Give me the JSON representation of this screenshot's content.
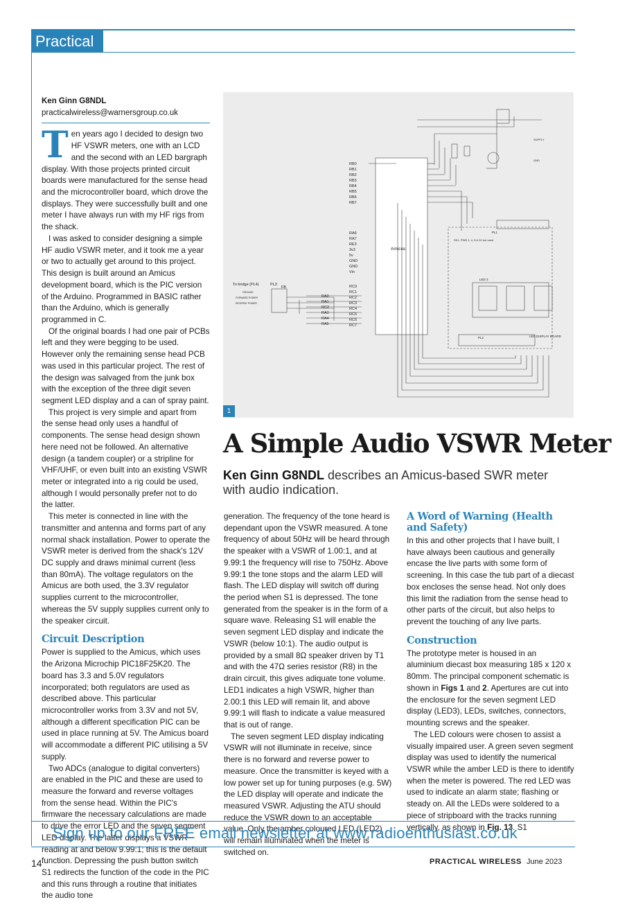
{
  "section": "Practical",
  "author_line": "Ken Ginn G8NDL",
  "email": "practicalwireless@warnersgroup.co.uk",
  "title": "A Simple Audio VSWR Meter",
  "standfirst": {
    "author": "Ken Ginn G8NDL",
    "text": " describes an Amicus-based SWR meter with audio indication."
  },
  "figure_label": "1",
  "figure_labels": {
    "amicus": "Amicus",
    "pins_top": [
      "RB0",
      "RB1",
      "RB2",
      "RB3",
      "RB4",
      "RB5",
      "RB6",
      "RB7"
    ],
    "pins_mid": [
      "RA6",
      "RA7",
      "RE3",
      "3v3",
      "5v",
      "GND",
      "GND",
      "Vin"
    ],
    "pins_c": [
      "RC0",
      "RC1",
      "RC2",
      "RC3",
      "RC4",
      "RC5",
      "RC6",
      "RC7"
    ],
    "pins_a": [
      "RA0",
      "RA1",
      "RC2",
      "RA3",
      "RA4",
      "RA5"
    ],
    "bridge": "To bridge (PL4)",
    "pl3": "PL3",
    "fb": "FB",
    "bridge_pins": [
      "GROUND",
      "FORWARD POWER",
      "REVERSE POWER"
    ],
    "led_board": "LED DISPLAY BOARD",
    "led3": "LED 3",
    "pl1": "PL1",
    "pl2": "PL2",
    "supply": "SUPPLY",
    "gnd": "GND",
    "sk_note": "SK1, PINS 1, 4, 5 & 10 not used"
  },
  "col1": {
    "dropcap": "T",
    "paras": [
      "en years ago I decided to design two HF VSWR meters, one with an LCD and the second with an LED bargraph display. With those projects printed circuit boards were manufactured for the sense head and the microcontroller board, which drove the displays. They were successfully built and one meter I have always run with my HF rigs from the shack.",
      "I was asked to consider designing a simple HF audio VSWR meter, and it took me a year or two to actually get around to this project. This design is built around an Amicus development board, which is the PIC version of the Arduino. Programmed in BASIC rather than the Arduino, which is generally programmed in C.",
      "Of the original boards I had one pair of PCBs left and they were begging to be used. However only the remaining sense head PCB was used in this particular project. The rest of the design was salvaged from the junk box with the exception of the three digit seven segment LED display and a can of spray paint.",
      "This project is very simple and apart from the sense head only uses a handful of components. The sense head design shown here need not be followed. An alternative design (a tandem coupler) or a stripline for VHF/UHF, or even built into an existing VSWR meter or integrated into a rig could be used, although I would personally prefer not to do the latter.",
      "This meter is connected in line with the transmitter and antenna and forms part of any normal shack installation. Power to operate the VSWR meter is derived from the shack's 12V DC supply and draws minimal current (less than 80mA). The voltage regulators on the Amicus are both used, the 3.3V regulator supplies current to the microcontroller, whereas the 5V supply supplies current only to the speaker circuit."
    ],
    "heading": "Circuit Description",
    "paras2": [
      "Power is supplied to the Amicus, which uses the Arizona Microchip PIC18F25K20. The board has 3.3 and 5.0V regulators incorporated; both regulators are used as described above. This particular microcontroller works from 3.3V and not 5V, although a different specification PIC can be used in place running at 5V. The Amicus board will accommodate a different PIC utilising a 5V supply.",
      "Two ADCs (analogue to digital converters) are enabled in the PIC and these are used to measure the forward and reverse voltages from the sense head. Within the PIC's firmware the necessary calculations are made to drive the error LED and the seven segment LED display. The latter displays a VSWR reading at and below 9.99:1; this is the default function. Depressing the push button switch S1 redirects the function of the code in the PIC and this runs through a routine that initiates the audio tone"
    ]
  },
  "col2": {
    "paras": [
      "generation. The frequency of the tone heard is dependant upon the VSWR measured. A tone frequency of about 50Hz will be heard through the speaker with a VSWR of 1.00:1, and at 9.99:1 the frequency will rise to 750Hz. Above 9.99:1 the tone stops and the alarm LED will flash. The LED display will switch off during the period when S1 is depressed. The tone generated from the speaker is in the form of a square wave. Releasing S1 will enable the seven segment LED display and indicate the VSWR (below 10:1). The audio output is provided by a small 8Ω speaker driven by T1 and with the 47Ω series resistor (R8) in the drain circuit, this gives adiquate tone volume. LED1 indicates a high VSWR, higher than 2.00:1 this LED will remain lit, and above 9.99:1 will flash to indicate a value measured that is out of range.",
      "The seven segment LED display indicating VSWR will not illuminate in receive, since there is no forward and reverse power to measure. Once the transmitter is keyed with a low power set up for tuning purposes (e.g. 5W) the LED display will operate and indicate the measured VSWR. Adjusting the ATU should reduce the VSWR down to an acceptable value. Only the amber coloured LED (LED2) will remain illuminated when the meter is switched on."
    ]
  },
  "col3": {
    "heading1": "A Word of Warning (Health and Safety)",
    "paras1": [
      "In this and other projects that I have built, I have always been cautious and generally encase the live parts with some form of screening. In this case the tub part of a diecast box encloses the sense head. Not only does this limit the radiation from the sense head to other parts of the circuit, but also helps to prevent the touching of any live parts."
    ],
    "heading2": "Construction",
    "para2a_1": "The prototype meter is housed in an aluminium diecast box measuring 185 x 120 x 80mm. The principal component schematic is shown in ",
    "figs1": "Figs 1",
    "para2a_2": " and ",
    "figs2": "2",
    "para2a_3": ". Apertures are cut into the enclosure for the seven segment LED display (LED3), LEDs, switches, connectors, mounting screws and the speaker.",
    "para2b_1": "The LED colours were chosen to assist a visually impaired user. A green seven segment display was used to identify the numerical VSWR while the amber LED is there to identify when the meter is powered. The red LED was used to indicate an alarm state; flashing or steady on. All the LEDs were soldered to a piece of stripboard with the tracks running vertically, as shown in ",
    "fig13": "Fig. 13",
    "para2b_2": ". S1"
  },
  "footer": "Sign up to our FREE email newsletter at www.radioenthusiast.co.uk",
  "page_number": "14",
  "magazine": "PRACTICAL WIRELESS",
  "issue": "June 2023",
  "colors": {
    "accent": "#2a83b8"
  }
}
